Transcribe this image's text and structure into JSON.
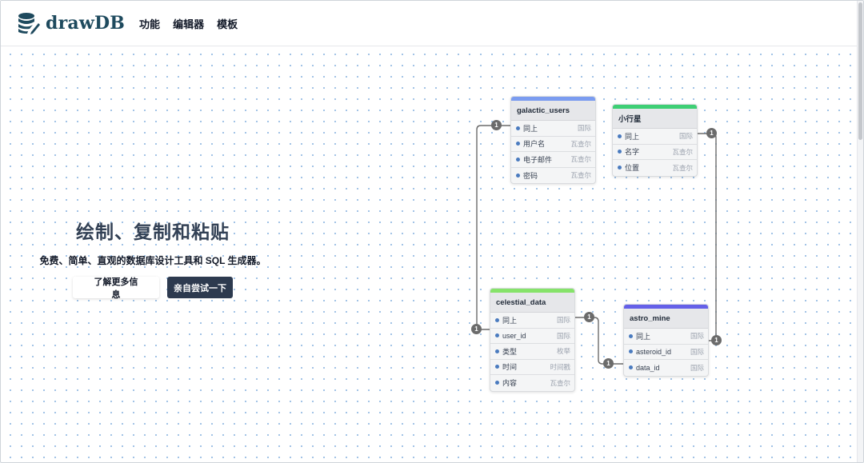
{
  "navbar": {
    "logo_icon": "database-pencil-icon",
    "brand": "drawDB",
    "links": [
      {
        "label": "功能"
      },
      {
        "label": "编辑器"
      },
      {
        "label": "模板"
      }
    ]
  },
  "hero": {
    "title": "绘制、复制和粘贴",
    "subtitle": "免费、简单、直观的数据库设计工具和 SQL 生成器。",
    "learn_more_label": "了解更多信息",
    "try_label": "亲自尝试一下"
  },
  "diagram": {
    "tables": [
      {
        "name": "galactic_users",
        "color": "#7b9cf0",
        "fields": [
          {
            "name": "同上",
            "type": "国际"
          },
          {
            "name": "用户名",
            "type": "瓦查尔"
          },
          {
            "name": "电子邮件",
            "type": "瓦查尔"
          },
          {
            "name": "密码",
            "type": "瓦查尔"
          }
        ]
      },
      {
        "name": "小行星",
        "color": "#3ecf74",
        "fields": [
          {
            "name": "同上",
            "type": "国际"
          },
          {
            "name": "名字",
            "type": "瓦查尔"
          },
          {
            "name": "位置",
            "type": "瓦查尔"
          }
        ]
      },
      {
        "name": "celestial_data",
        "color": "#86e36a",
        "fields": [
          {
            "name": "同上",
            "type": "国际"
          },
          {
            "name": "user_id",
            "type": "国际"
          },
          {
            "name": "类型",
            "type": "枚举"
          },
          {
            "name": "时间",
            "type": "时间戳"
          },
          {
            "name": "内容",
            "type": "瓦查尔"
          }
        ]
      },
      {
        "name": "astro_mine",
        "color": "#6460e8",
        "fields": [
          {
            "name": "同上",
            "type": "国际"
          },
          {
            "name": "asteroid_id",
            "type": "国际"
          },
          {
            "name": "data_id",
            "type": "国际"
          }
        ]
      }
    ],
    "relationship_badges": [
      "1",
      "1",
      "1",
      "1",
      "1",
      "1"
    ]
  }
}
